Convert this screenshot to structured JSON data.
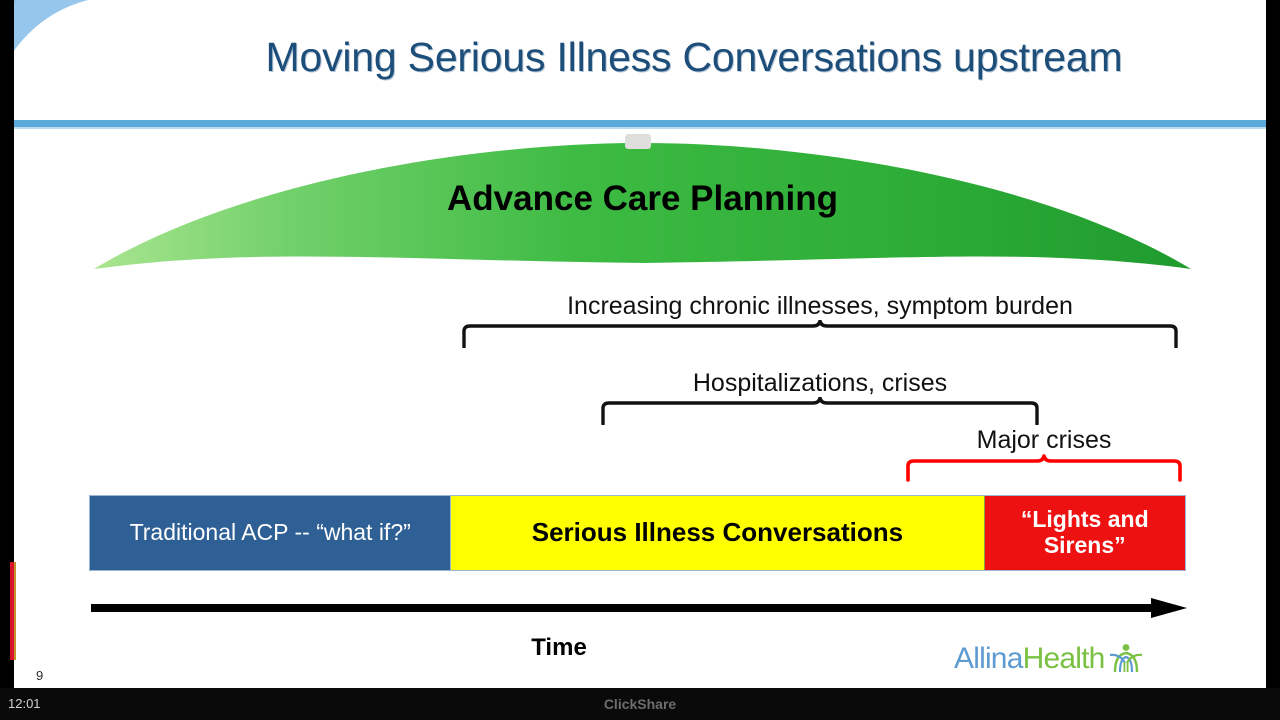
{
  "slide": {
    "title": "Moving Serious Illness Conversations upstream",
    "number": "9",
    "arc_label": "Advance Care Planning",
    "time_axis_label": "Time"
  },
  "brackets": [
    {
      "label": "Increasing chronic illnesses, symptom burden",
      "color": "#111111"
    },
    {
      "label": "Hospitalizations, crises",
      "color": "#111111"
    },
    {
      "label": "Major crises",
      "color": "#111111",
      "rule_color": "#ff0000"
    }
  ],
  "stages": [
    {
      "label": "Traditional ACP -- “what if?”",
      "background": "#2f6095",
      "text_color": "#ffffff"
    },
    {
      "label": "Serious Illness Conversations",
      "background": "#ffff00",
      "text_color": "#000000"
    },
    {
      "label": "“Lights and Sirens”",
      "background": "#ee1111",
      "text_color": "#ffffff"
    }
  ],
  "logo": {
    "word_one": "Allina",
    "word_two": "Health",
    "color_one": "#5d9bd1",
    "color_two": "#7ac143",
    "mark": "allina-leaf-figure-icon"
  },
  "os_bar": {
    "clock": "12:01",
    "watermark": "ClickShare"
  },
  "theme": {
    "title_color": "#1d4e79",
    "title_rule_color": "#5aabdb",
    "arc_green_light": "#8fdc7a",
    "arc_green_dark": "#2aa32a"
  }
}
